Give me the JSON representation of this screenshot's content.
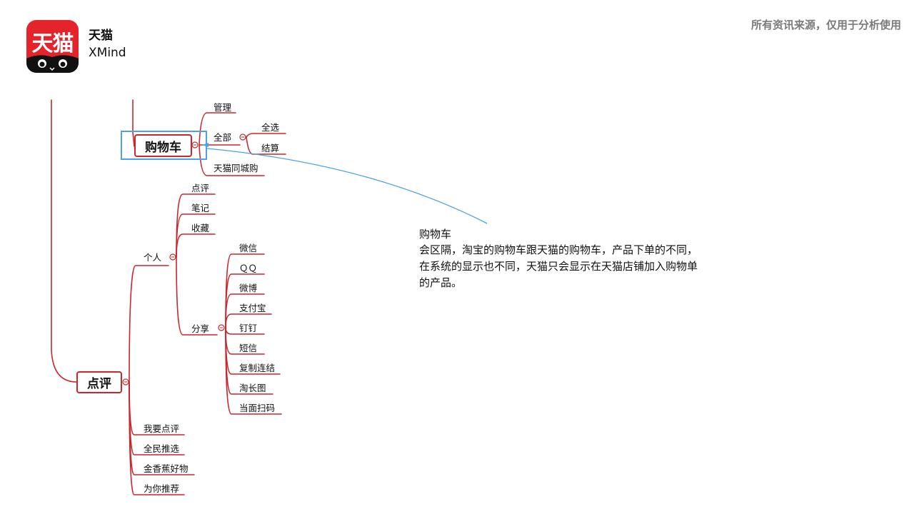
{
  "header": {
    "logo_text": "天猫",
    "app_name": "天猫",
    "app_sub": "XMind",
    "disclaimer": "所有资讯来源，仅用于分析使用"
  },
  "mindmap": {
    "cart": {
      "label": "购物车",
      "children": {
        "manage": "管理",
        "all": "全部",
        "select_all": "全选",
        "checkout": "结算",
        "same_city": "天猫同城购"
      }
    },
    "review": {
      "label": "点评",
      "personal": {
        "label": "个人",
        "items": [
          "点评",
          "笔记",
          "收藏"
        ],
        "share": {
          "label": "分享",
          "items": [
            "微信",
            "ＱＱ",
            "微博",
            "支付宝",
            "钉钉",
            "短信",
            "复制连结",
            "淘长图",
            "当面扫码"
          ]
        }
      },
      "others": [
        "我要点评",
        "全民推选",
        "金香蕉好物",
        "为你推荐"
      ]
    }
  },
  "note": {
    "title": "购物车",
    "body": "会区隔，淘宝的购物车跟天猫的购物车，产品下单的不同，在系统的显示也不同，天猫只会显示在天猫店铺加入购物单的产品。"
  },
  "colors": {
    "branch": "#c9272d",
    "selection": "#4aa3e8",
    "note_link": "#4aa3e8",
    "brand": "#e4232b"
  }
}
